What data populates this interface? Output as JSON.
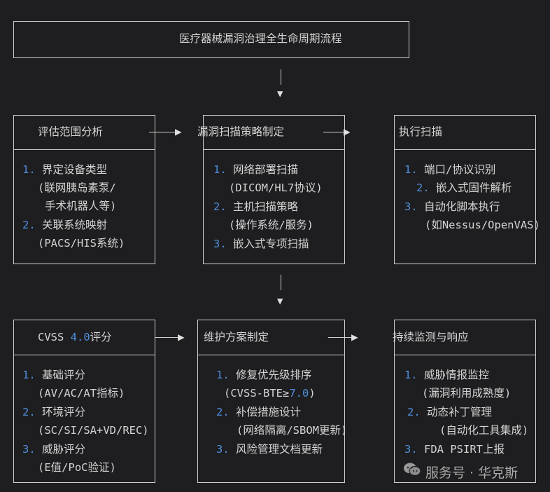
{
  "title": "医疗器械漏洞治理全生命周期流程",
  "row1": [
    {
      "header": "评估范围分析",
      "items": [
        {
          "n": "1.",
          "text": "界定设备类型"
        },
        {
          "n": "",
          "text": "(联网胰岛素泵/"
        },
        {
          "n": "",
          "text": "手术机器人等)"
        },
        {
          "n": "2.",
          "text": "关联系统映射"
        },
        {
          "n": "",
          "text": "(PACS/HIS系统)"
        }
      ]
    },
    {
      "header": "漏洞扫描策略制定",
      "items": [
        {
          "n": "1.",
          "text": "网络部署扫描"
        },
        {
          "n": "",
          "text": "(DICOM/HL7协议)"
        },
        {
          "n": "2.",
          "text": "主机扫描策略"
        },
        {
          "n": "",
          "text": "(操作系统/服务)"
        },
        {
          "n": "3.",
          "text": "嵌入式专项扫描"
        }
      ]
    },
    {
      "header": "执行扫描",
      "items": [
        {
          "n": "1.",
          "text": "端口/协议识别"
        },
        {
          "n": "2.",
          "text": "嵌入式固件解析"
        },
        {
          "n": "3.",
          "text": "自动化脚本执行"
        },
        {
          "n": "",
          "text": "(如Nessus/OpenVAS)"
        }
      ]
    }
  ],
  "row2": [
    {
      "header_prefix": "CVSS ",
      "header_num": "4.0",
      "header_suffix": "评分",
      "items": [
        {
          "n": "1.",
          "text": "基础评分"
        },
        {
          "n": "",
          "text": "(AV/AC/AT指标)"
        },
        {
          "n": "2.",
          "text": "环境评分"
        },
        {
          "n": "",
          "text": "(SC/SI/SA+VD/REC)"
        },
        {
          "n": "3.",
          "text": "威胁评分"
        },
        {
          "n": "",
          "text": "(E值/PoC验证)"
        }
      ]
    },
    {
      "header": "维护方案制定",
      "items": [
        {
          "n": "1.",
          "text": "修复优先级排序"
        },
        {
          "n": "",
          "text": "(CVSS-BTE≥",
          "num": "7.0",
          "tail": ")"
        },
        {
          "n": "2.",
          "text": "补偿措施设计"
        },
        {
          "n": "",
          "text": "(网络隔离/SBOM更新)"
        },
        {
          "n": "3.",
          "text": "风险管理文档更新"
        }
      ]
    },
    {
      "header": "持续监测与响应",
      "items": [
        {
          "n": "1.",
          "text": "威胁情报监控"
        },
        {
          "n": "",
          "text": "(漏洞利用成熟度)"
        },
        {
          "n": "2.",
          "text": "动态补丁管理"
        },
        {
          "n": "",
          "text": "(自动化工具集成)"
        },
        {
          "n": "3.",
          "text": "FDA PSIRT上报"
        }
      ]
    }
  ],
  "watermark": "服务号 · 华克斯"
}
